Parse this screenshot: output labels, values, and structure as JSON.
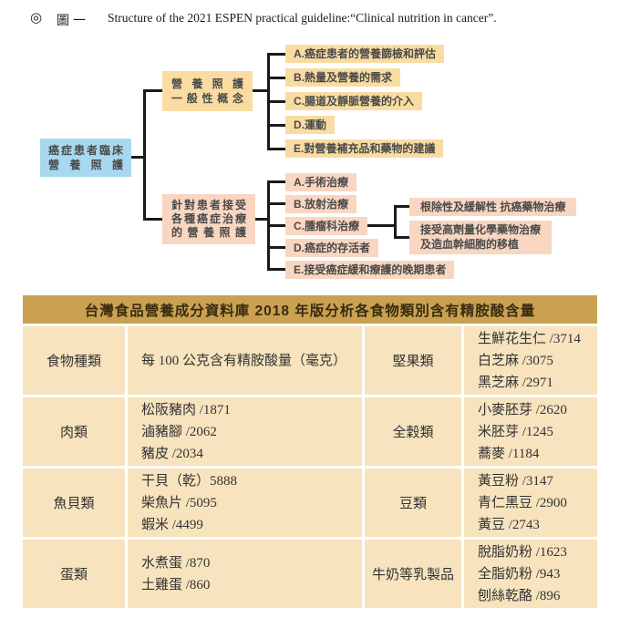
{
  "caption": {
    "bullet": "◎",
    "figure_label": "圖一",
    "text": "Structure of the 2021 ESPEN practical guideline:“Clinical nutrition in cancer”."
  },
  "flowchart": {
    "colors": {
      "root_box": "#a8d8f0",
      "branch1_box": "#fadca2",
      "branch2_box": "#f9d6c1",
      "line": "#1a1a1a"
    },
    "root": {
      "lines": [
        "癌症患者臨床",
        "營養照護"
      ]
    },
    "branch1": {
      "parent": [
        "營養照護",
        "一般性概念"
      ],
      "children": [
        "A.癌症患者的營養篩檢和評估",
        "B.熱量及營養的需求",
        "C.腸道及靜脈營養的介入",
        "D.運動",
        "E.對營養補充品和藥物的建議"
      ]
    },
    "branch2": {
      "parent": [
        "針對患者接受",
        "各種癌症治療",
        "的營養照護"
      ],
      "children": [
        "A.手術治療",
        "B.放射治療",
        "C.腫瘤科治療",
        "D.癌症的存活者",
        "E.接受癌症緩和療護的晚期患者"
      ],
      "sub_parent": "C.腫瘤科治療",
      "sub_children": [
        {
          "lines": [
            "根除性及緩解性 抗癌藥物治療"
          ]
        },
        {
          "lines": [
            "接受高劑量化學藥物治療",
            "及造血幹細胞的移植"
          ]
        }
      ]
    }
  },
  "table": {
    "title": "台灣食品營養成分資料庫 2018 年版分析各食物類別含有精胺酸含量",
    "colors": {
      "header_bg": "#c9a150",
      "header_text": "#3a2b10",
      "cell_bg": "#f7e3be"
    },
    "rows": [
      {
        "left_category": "食物種類",
        "left_items": [
          "每 100 公克含有精胺酸量（毫克）"
        ],
        "right_category": "堅果類",
        "right_items": [
          "生鮮花生仁 /3714",
          "白芝麻 /3075",
          "黑芝麻 /2971"
        ]
      },
      {
        "left_category": "肉類",
        "left_items": [
          "松阪豬肉 /1871",
          "滷豬腳 /2062",
          "豬皮 /2034"
        ],
        "right_category": "全穀類",
        "right_items": [
          "小麥胚芽 /2620",
          "米胚芽 /1245",
          "蕎麥 /1184"
        ]
      },
      {
        "left_category": "魚貝類",
        "left_items": [
          "干貝（乾）5888",
          "柴魚片 /5095",
          "蝦米 /4499"
        ],
        "right_category": "豆類",
        "right_items": [
          "黃豆粉 /3147",
          "青仁黑豆 /2900",
          "黃豆 /2743"
        ]
      },
      {
        "left_category": "蛋類",
        "left_items": [
          "水煮蛋 /870",
          "土雞蛋 /860"
        ],
        "right_category": "牛奶等乳製品",
        "right_items": [
          "脫脂奶粉 /1623",
          "全脂奶粉 /943",
          "刨絲乾酪 /896"
        ]
      }
    ]
  }
}
